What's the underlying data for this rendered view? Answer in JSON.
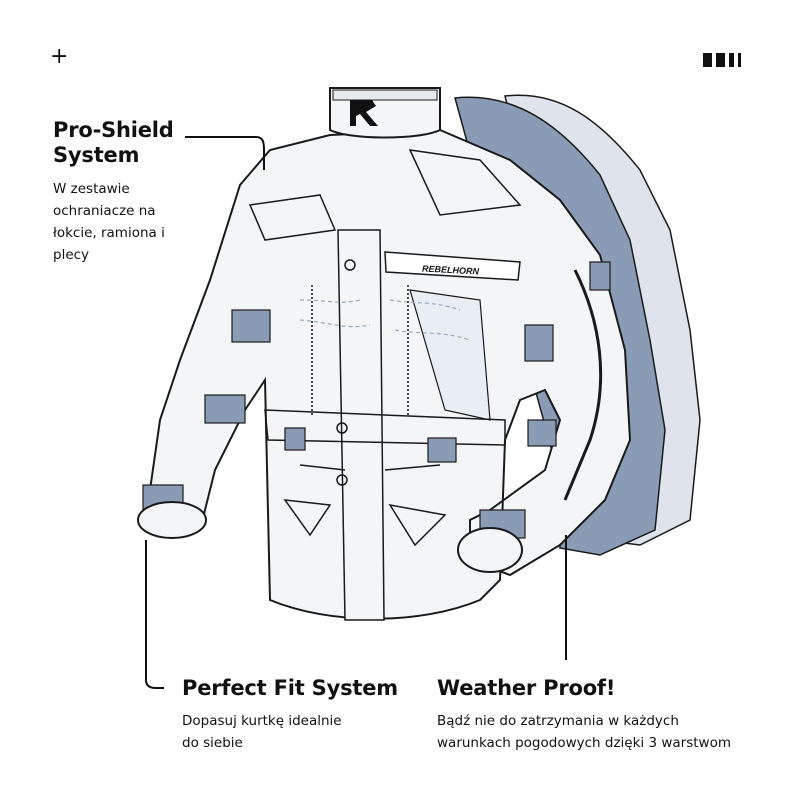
{
  "corner": {
    "plus_symbol": "+",
    "brand_marks": "bars-icon"
  },
  "jacket": {
    "brand_text": "REBELHORN",
    "collar_logo": "rebelhorn-logo-icon",
    "colors": {
      "outline": "#1a1a1a",
      "fill": "#f4f5f7",
      "layer1": "#8a9bb5",
      "layer2": "#dfe4ec",
      "accent": "#8a9bb5"
    }
  },
  "features": {
    "pro_shield": {
      "title_line1": "Pro-Shield",
      "title_line2": "System",
      "desc_line1": "W zestawie",
      "desc_line2": "ochraniacze na",
      "desc_line3": "łokcie, ramiona i",
      "desc_line4": "plecy"
    },
    "perfect_fit": {
      "title": "Perfect Fit System",
      "desc_line1": "Dopasuj kurtkę idealnie",
      "desc_line2": "do siebie"
    },
    "weather_proof": {
      "title": "Weather Proof!",
      "desc_line1": "Bądź nie do zatrzymania w każdych",
      "desc_line2": "warunkach pogodowych dzięki 3 warstwom"
    }
  }
}
